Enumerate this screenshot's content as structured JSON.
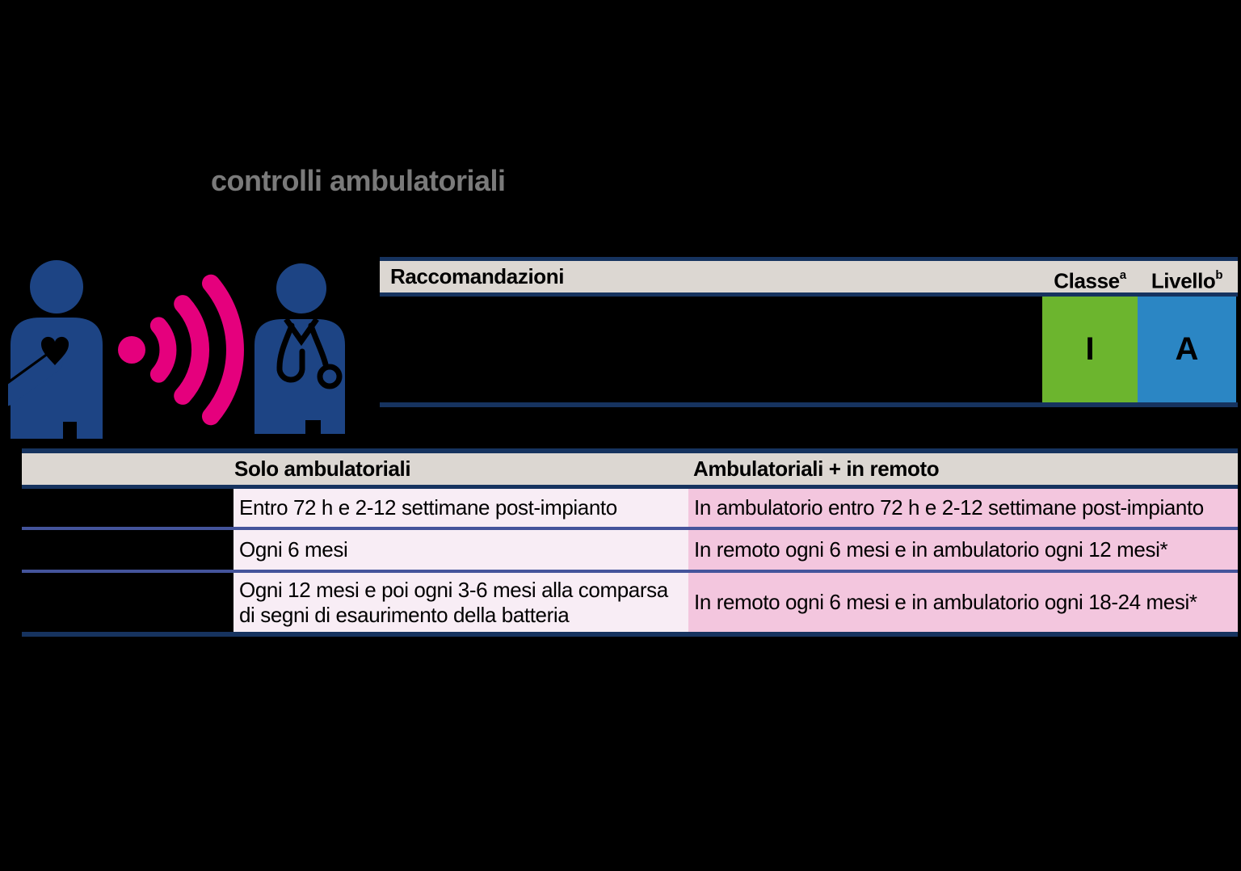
{
  "title": "controlli ambulatoriali",
  "recommendations_table": {
    "header": "Raccomandazioni",
    "class_label": "Classe",
    "class_sup": "a",
    "level_label": "Livello",
    "level_sup": "b",
    "class_value": "I",
    "level_value": "A"
  },
  "schedule_table": {
    "col_solo": "Solo ambulatoriali",
    "col_remote": "Ambulatoriali + in remoto",
    "rows": [
      {
        "solo": "Entro 72 h e 2-12 settimane post-impianto",
        "remote": "In ambulatorio entro 72 h e 2-12 settimane post-impianto"
      },
      {
        "solo": "Ogni 6 mesi",
        "remote": "In remoto ogni 6 mesi e in ambulatorio ogni 12 mesi*"
      },
      {
        "solo": "Ogni 12 mesi e poi ogni 3-6 mesi alla comparsa di segni di esaurimento della batteria",
        "remote": "In remoto ogni 6 mesi e in ambulatorio ogni 18-24 mesi*"
      }
    ]
  },
  "icons": {
    "patient": "patient-with-heart-device-icon",
    "signal": "wireless-signal-icon",
    "doctor": "doctor-with-stethoscope-icon"
  },
  "colors": {
    "class_green": "#6cb52e",
    "level_blue": "#2b86c4",
    "signal_magenta": "#e5007d",
    "figure_navy": "#1d4484",
    "border_navy": "#16335f",
    "row_divider_blue": "#44549b",
    "header_beige": "#dcd7d2",
    "cell_pink_light": "#f8edf5",
    "cell_pink_dark": "#f3c6de",
    "title_gray": "#7a7a7a"
  }
}
